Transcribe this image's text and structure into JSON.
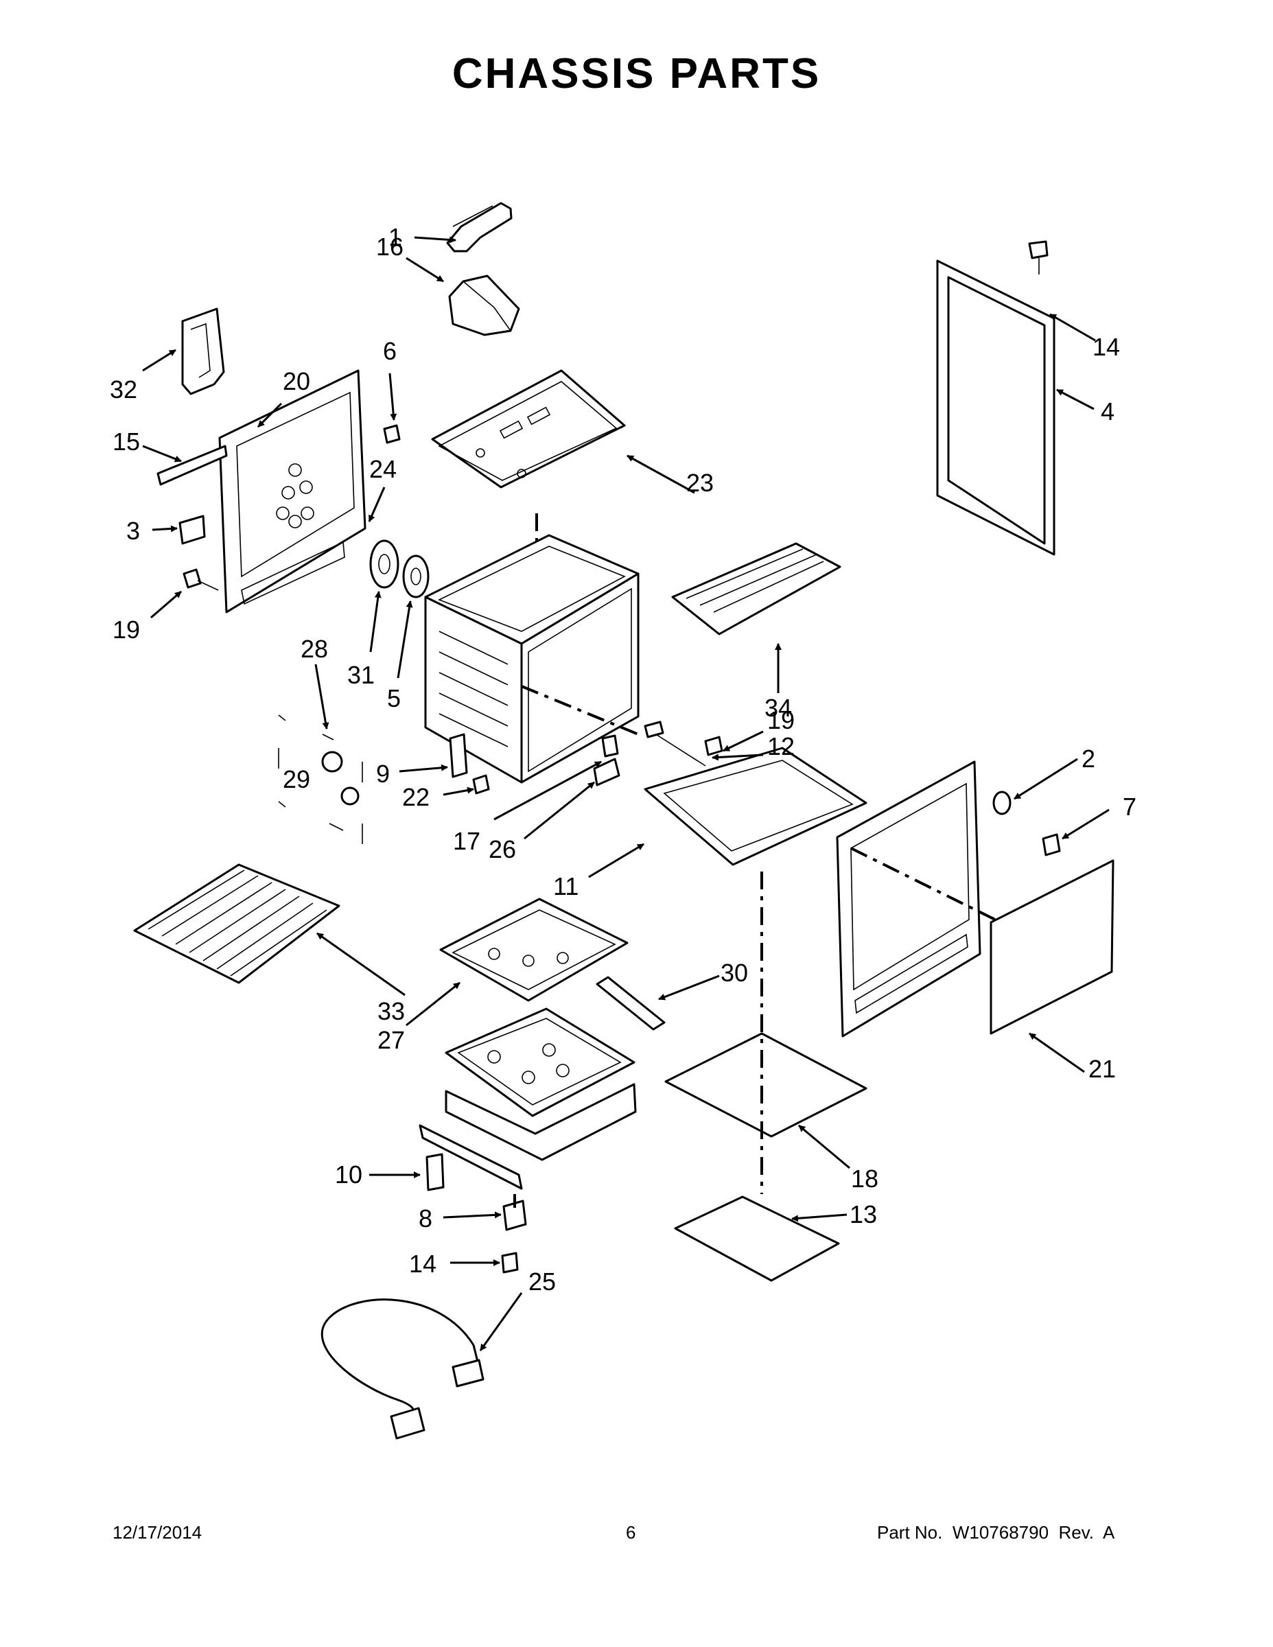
{
  "page": {
    "title": "CHASSIS PARTS",
    "date": "12/17/2014",
    "page_number": "6",
    "part_number": "Part No.  W10768790  Rev.  A"
  },
  "callouts": [
    "1",
    "16",
    "6",
    "32",
    "20",
    "15",
    "3",
    "19",
    "24",
    "31",
    "5",
    "23",
    "14",
    "4",
    "34",
    "28",
    "29",
    "9",
    "22",
    "17",
    "26",
    "12",
    "11",
    "2",
    "7",
    "33",
    "27",
    "30",
    "21",
    "18",
    "10",
    "8",
    "13",
    "25"
  ]
}
